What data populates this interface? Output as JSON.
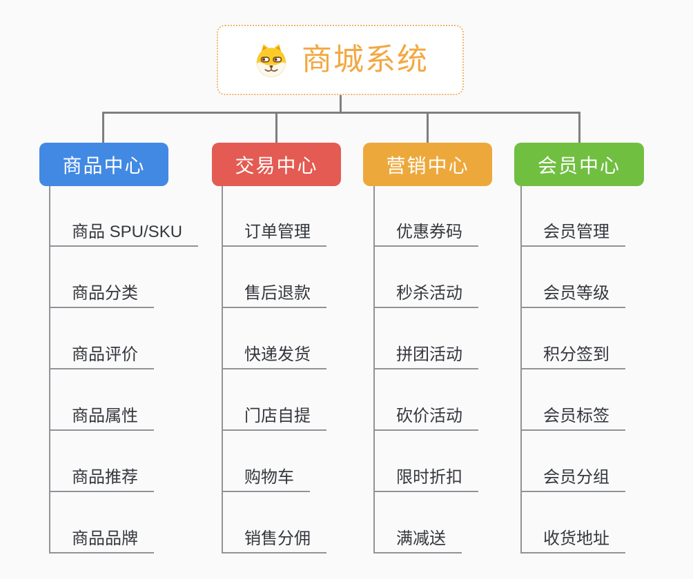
{
  "background": "#FAFAFA",
  "colors": {
    "connector": "#7E7E7E",
    "line": "#8F9296",
    "text": "#34373C"
  },
  "root": {
    "title": "商城系统",
    "icon": "dog-face-icon",
    "bg": "#FFFFFF",
    "border_color": "#EDB469",
    "title_color": "#F2A843"
  },
  "branches": [
    {
      "label": "商品中心",
      "color": "#4289E3",
      "children": [
        "商品 SPU/SKU",
        "商品分类",
        "商品评价",
        "商品属性",
        "商品推荐",
        "商品品牌"
      ]
    },
    {
      "label": "交易中心",
      "color": "#E35B52",
      "children": [
        "订单管理",
        "售后退款",
        "快递发货",
        "门店自提",
        "购物车",
        "销售分佣"
      ]
    },
    {
      "label": "营销中心",
      "color": "#EDA83C",
      "children": [
        "优惠券码",
        "秒杀活动",
        "拼团活动",
        "砍价活动",
        "限时折扣",
        "满减送"
      ]
    },
    {
      "label": "会员中心",
      "color": "#71BF41",
      "children": [
        "会员管理",
        "会员等级",
        "积分签到",
        "会员标签",
        "会员分组",
        "收货地址"
      ]
    }
  ]
}
